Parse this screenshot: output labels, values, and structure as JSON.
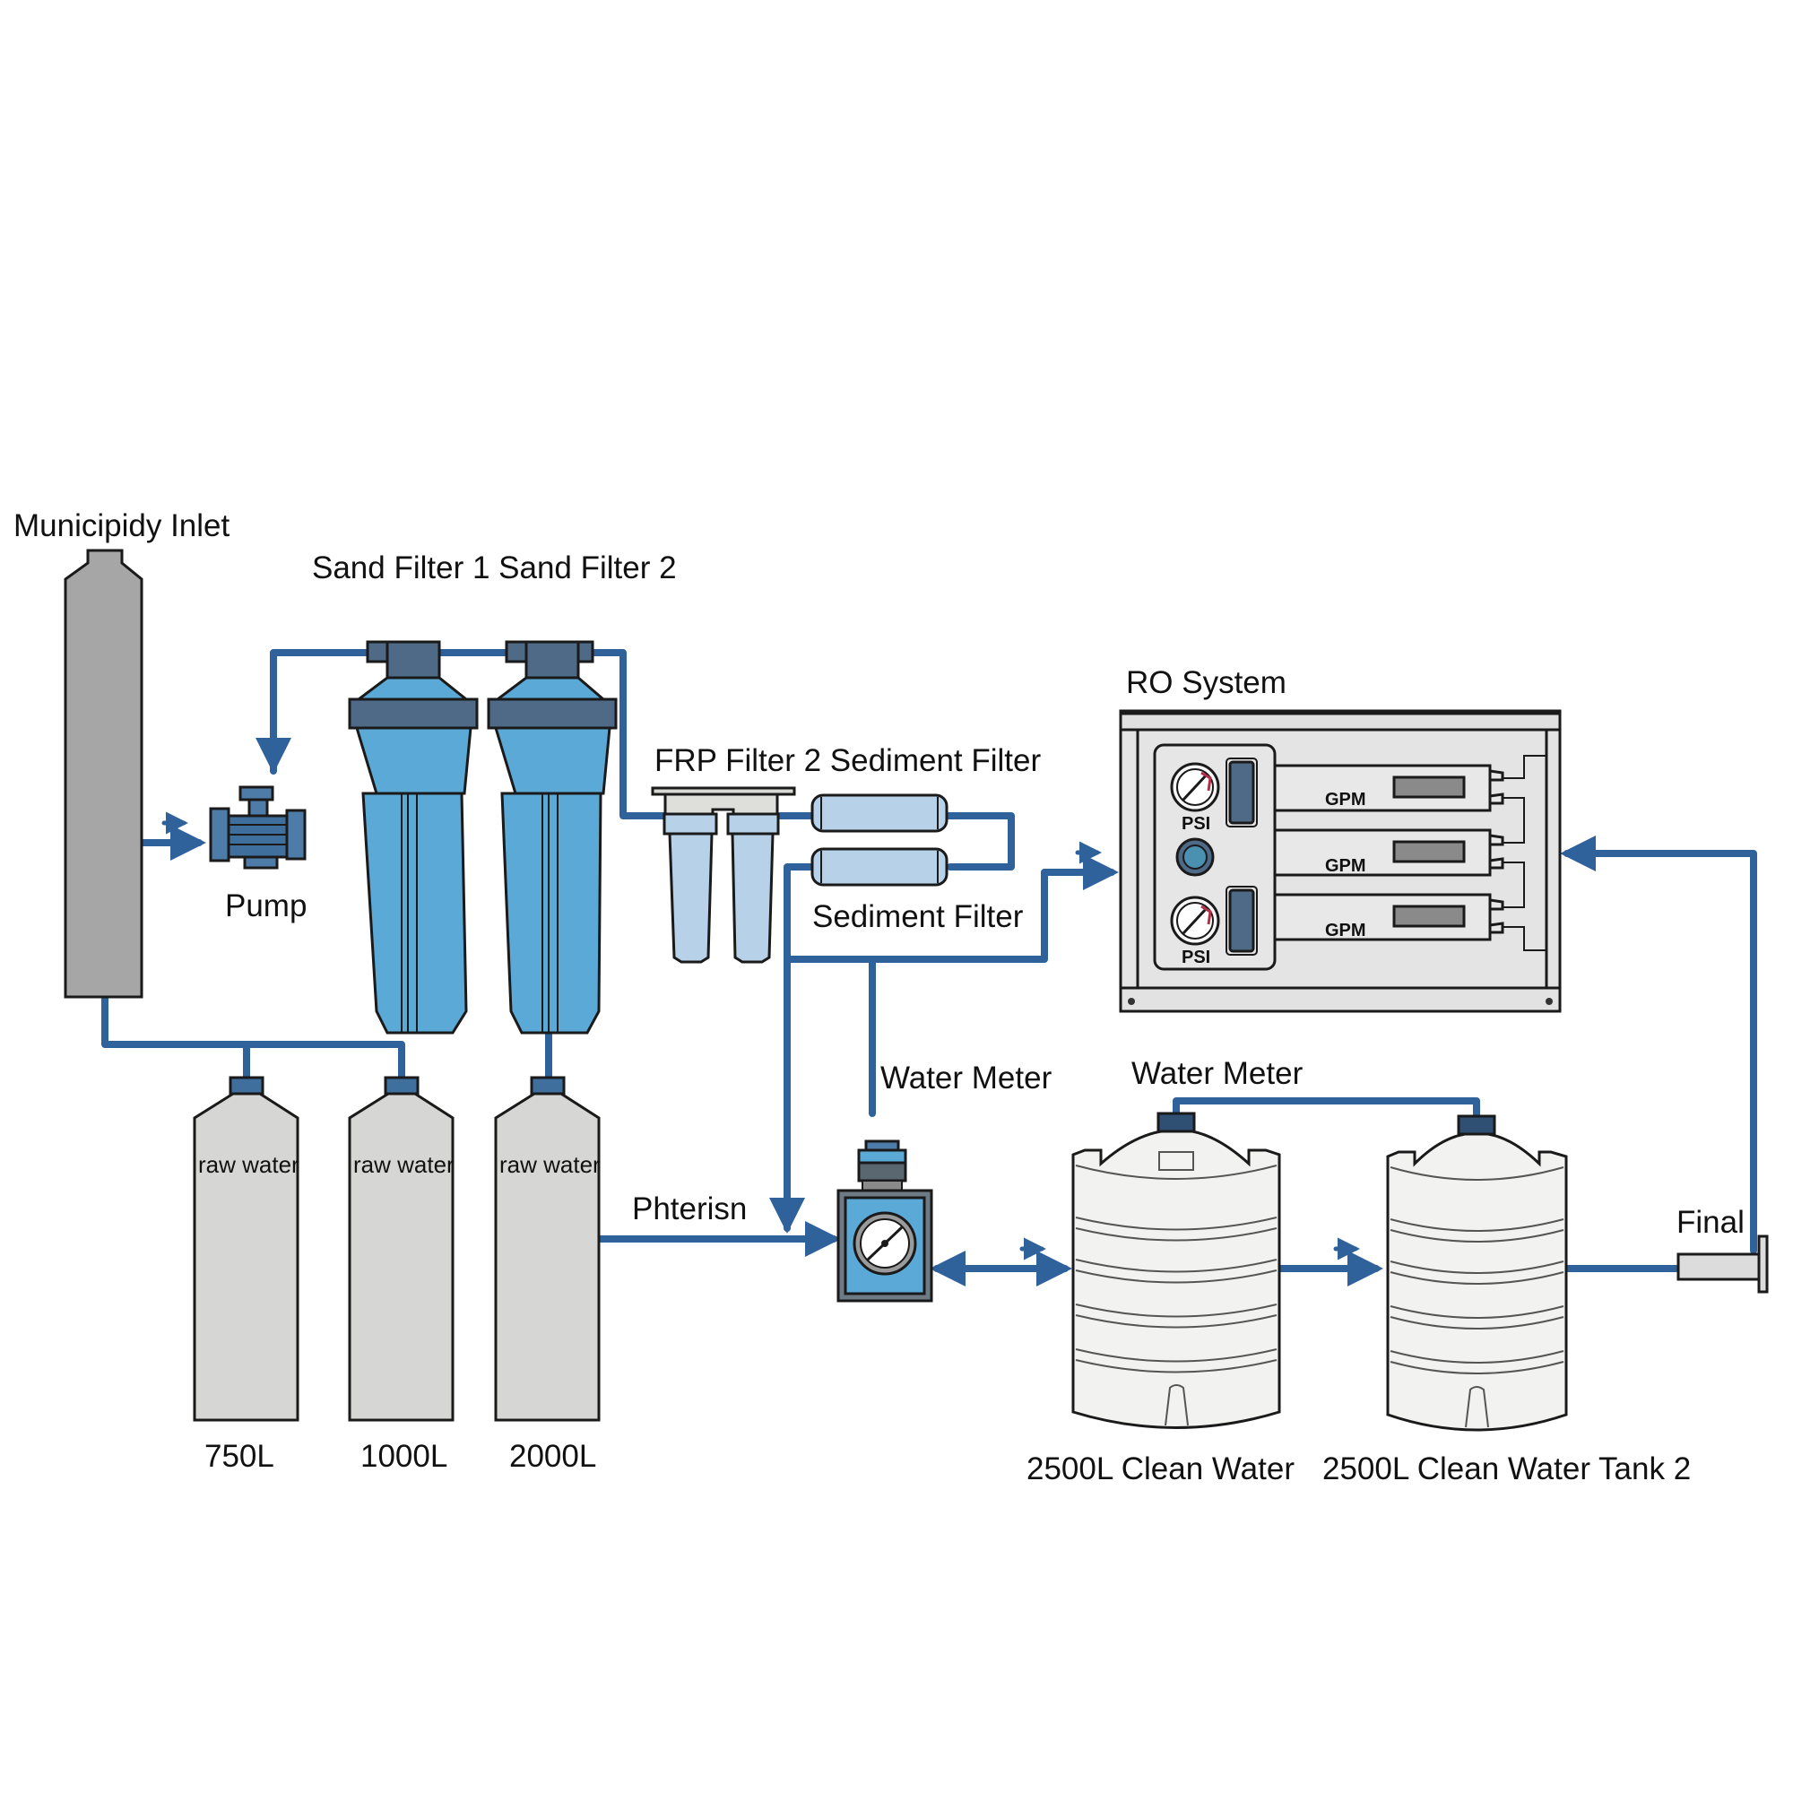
{
  "diagram": {
    "type": "water treatment process flow diagram",
    "colors": {
      "pipe": "#2f629b",
      "filter_blue": "#5aa9d6",
      "filter_cap": "#4e6a86",
      "frp_light": "#b7d1e8",
      "raw_tank": "#d6d6d4",
      "inlet_gray": "#a6a6a6",
      "clean_tank": "#f2f2f0",
      "ro_panel": "#e4e4e4",
      "meter_blue": "#5aa9d6",
      "text": "#111111"
    },
    "labels": {
      "municipal_inlet": "Municipidy Inlet",
      "pump": "Pump",
      "sand_filters": "Sand Filter 1  Sand Filter 2",
      "frp_and_sediment": "FRP Filter 2  Sediment Filter",
      "sediment_filter_lower": "Sediment Filter",
      "ro_system": "RO System",
      "water_meter_1": "Water Meter",
      "water_meter_2": "Water Meter",
      "phterisn": "Phterisn",
      "final": "Final"
    },
    "raw_tanks": [
      {
        "label": "raw water",
        "capacity": "750L"
      },
      {
        "label": "raw water",
        "capacity": "1000L"
      },
      {
        "label": "raw water",
        "capacity": "2000L"
      }
    ],
    "clean_tanks": [
      {
        "capacity_label": "2500L Clean Water"
      },
      {
        "capacity_label": "2500L Clean Water Tank 2"
      }
    ],
    "ro_panel": {
      "gauges": [
        "PSI",
        "PSI"
      ],
      "membranes": [
        "GPM",
        "GPM",
        "GPM"
      ]
    }
  }
}
